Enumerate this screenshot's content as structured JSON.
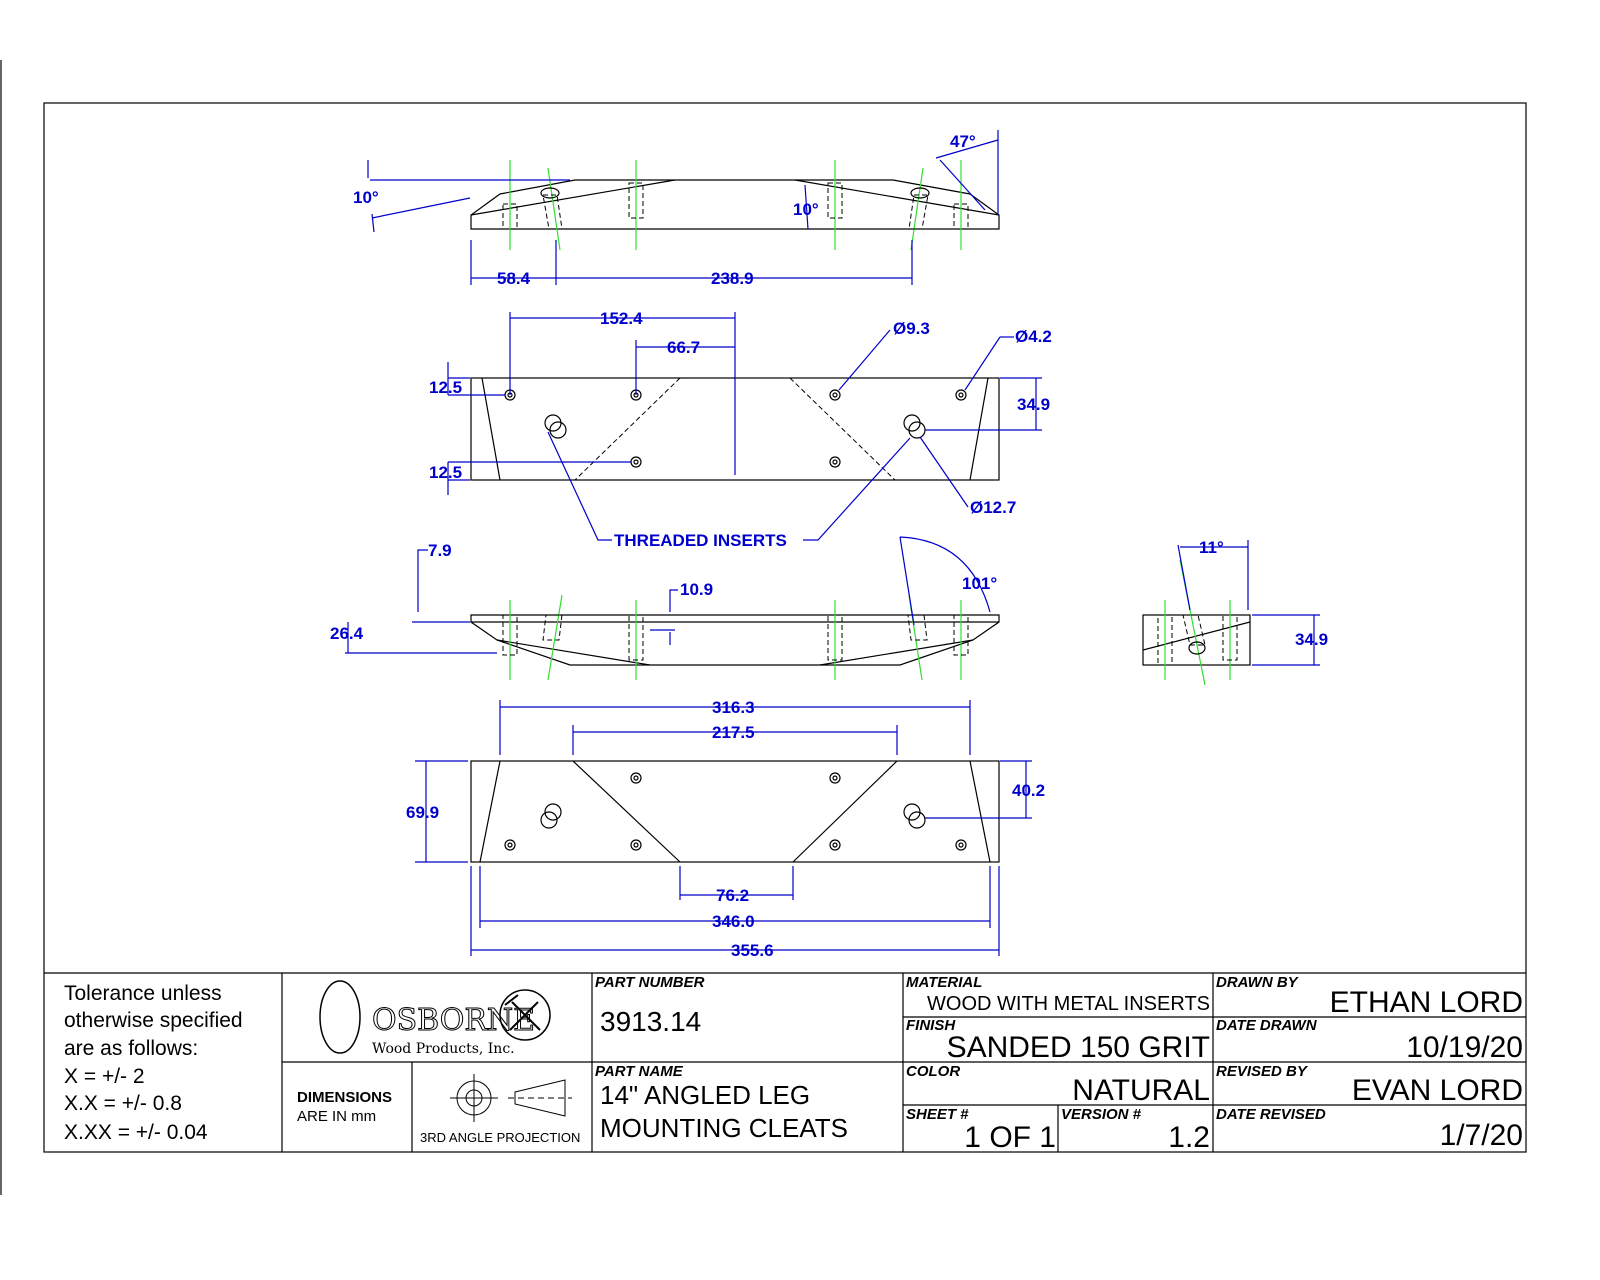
{
  "drawing": {
    "dimensions": {
      "top_angle_left": "10°",
      "top_angle_mid": "10°",
      "top_angle_right": "47°",
      "top_58": "58.4",
      "top_238": "238.9",
      "plan_152": "152.4",
      "plan_66": "66.7",
      "plan_dia93": "Ø9.3",
      "plan_dia42": "Ø4.2",
      "plan_125a": "12.5",
      "plan_125b": "12.5",
      "plan_349": "34.9",
      "plan_dia127": "Ø12.7",
      "threaded_inserts": "THREADED INSERTS",
      "front_79": "7.9",
      "front_109": "10.9",
      "front_264": "26.4",
      "front_101": "101°",
      "side_11": "11°",
      "side_349": "34.9",
      "bottom_3163": "316.3",
      "bottom_2175": "217.5",
      "bottom_699": "69.9",
      "bottom_402": "40.2",
      "bottom_762": "76.2",
      "bottom_3460": "346.0",
      "bottom_3556": "355.6"
    }
  },
  "title_block": {
    "tolerance": [
      "Tolerance unless",
      "otherwise specified",
      "are as follows:",
      "X = +/- 2",
      "X.X = +/- 0.8",
      "X.XX = +/- 0.04"
    ],
    "logo_name": "OSBORNE",
    "logo_sub": "Wood Products, Inc.",
    "units": [
      "DIMENSIONS",
      "ARE IN mm"
    ],
    "projection": "3RD ANGLE PROJECTION",
    "part_number_label": "PART NUMBER",
    "part_number": "3913.14",
    "part_name_label": "PART NAME",
    "part_name": [
      "14\" ANGLED LEG",
      "MOUNTING CLEATS"
    ],
    "material_label": "MATERIAL",
    "material": "WOOD WITH METAL INSERTS",
    "finish_label": "FINISH",
    "finish": "SANDED 150 GRIT",
    "color_label": "COLOR",
    "color": "NATURAL",
    "sheet_label": "SHEET #",
    "sheet": "1 OF 1",
    "version_label": "VERSION #",
    "version": "1.2",
    "drawn_by_label": "DRAWN BY",
    "drawn_by": "ETHAN LORD",
    "date_drawn_label": "DATE DRAWN",
    "date_drawn": "10/19/20",
    "revised_by_label": "REVISED BY",
    "revised_by": "EVAN LORD",
    "date_revised_label": "DATE REVISED",
    "date_revised": "1/7/20"
  }
}
